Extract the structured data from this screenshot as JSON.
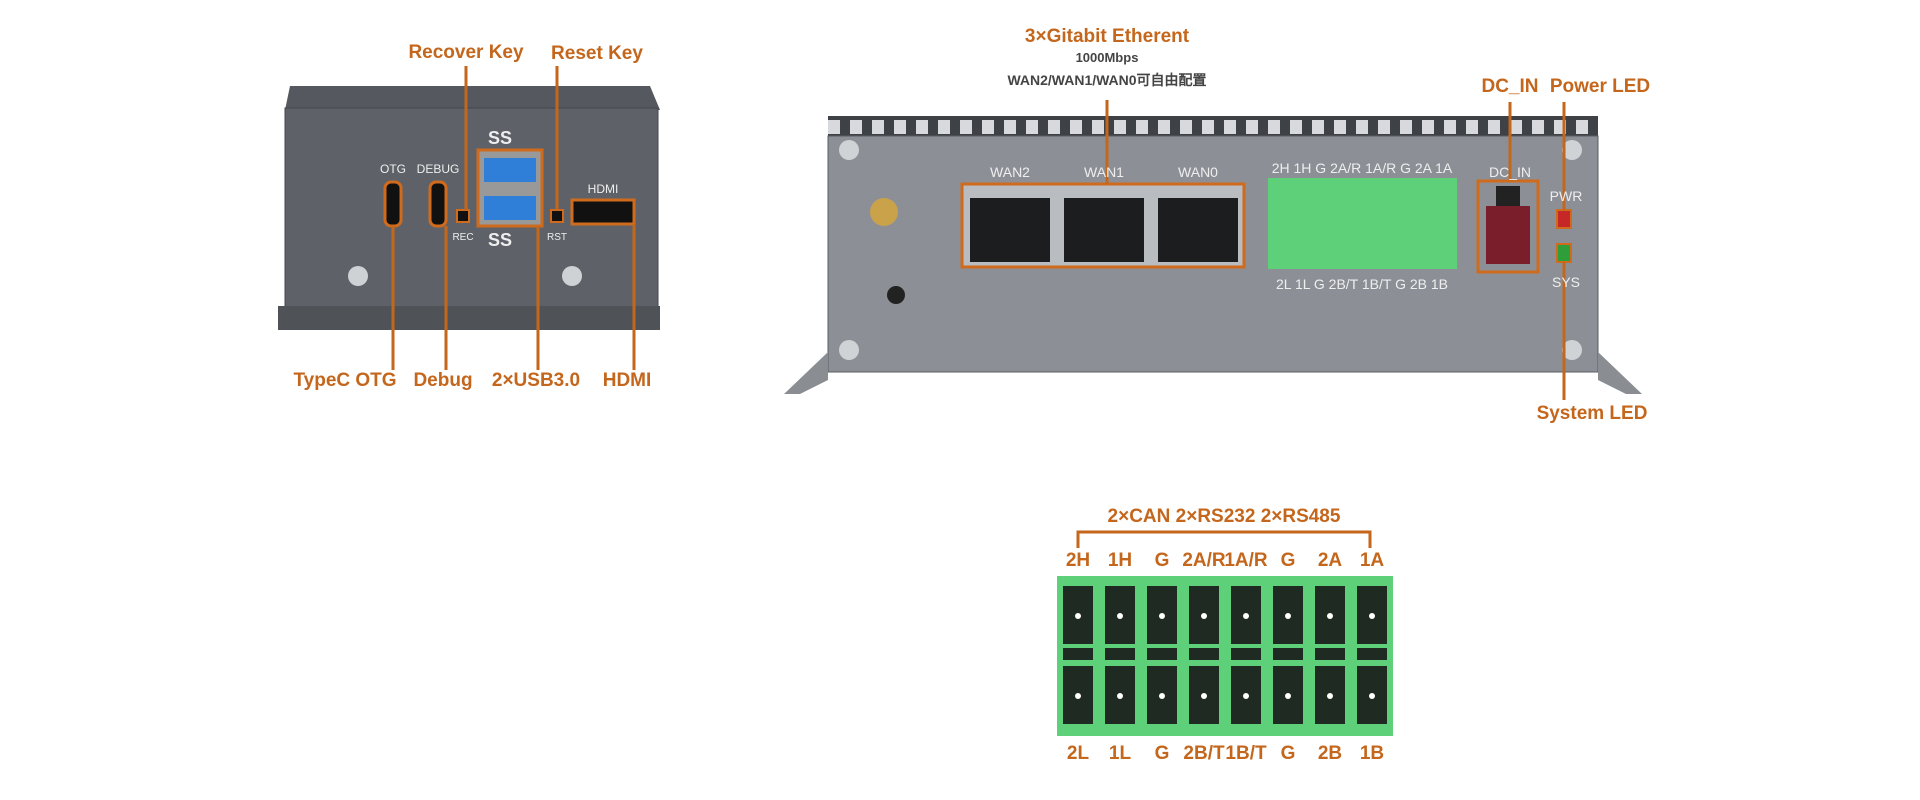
{
  "front_panel": {
    "top_labels": {
      "recover_key": "Recover Key",
      "reset_key": "Reset Key"
    },
    "bottom_labels": {
      "typec_otg": "TypeC OTG",
      "debug": "Debug",
      "usb": "2×USB3.0",
      "hdmi": "HDMI"
    },
    "silkscreen": {
      "otg": "OTG",
      "debug": "DEBUG",
      "hdmi": "HDMI",
      "rec": "REC",
      "rst": "RST",
      "ss_top": "SS",
      "ss_bottom": "SS"
    }
  },
  "rear_panel": {
    "ethernet": {
      "title": "3×Gitabit Etherent",
      "speed": "1000Mbps",
      "note": "WAN2/WAN1/WAN0可自由配置"
    },
    "dc_in_label": "DC_IN",
    "power_led_label": "Power LED",
    "system_led_label": "System LED",
    "silkscreen": {
      "ports": [
        "WAN2",
        "WAN1",
        "WAN0"
      ],
      "terminal_top": "2H 1H G 2A/R 1A/R G 2A 1A",
      "terminal_bottom": "2L 1L G 2B/T 1B/T G 2B 1B",
      "dc_in": "DC_IN",
      "pwr": "PWR",
      "sys": "SYS"
    }
  },
  "terminal_detail": {
    "title": "2×CAN 2×RS232 2×RS485",
    "top_pins": [
      "2H",
      "1H",
      "G",
      "2A/R",
      "1A/R",
      "G",
      "2A",
      "1A"
    ],
    "bottom_pins": [
      "2L",
      "1L",
      "G",
      "2B/T",
      "1B/T",
      "G",
      "2B",
      "1B"
    ]
  },
  "colors": {
    "callout": "#c4661c",
    "chassis": "#6b6f75",
    "terminal": "#5fd07a",
    "dc_connector": "#7a1e2c"
  }
}
